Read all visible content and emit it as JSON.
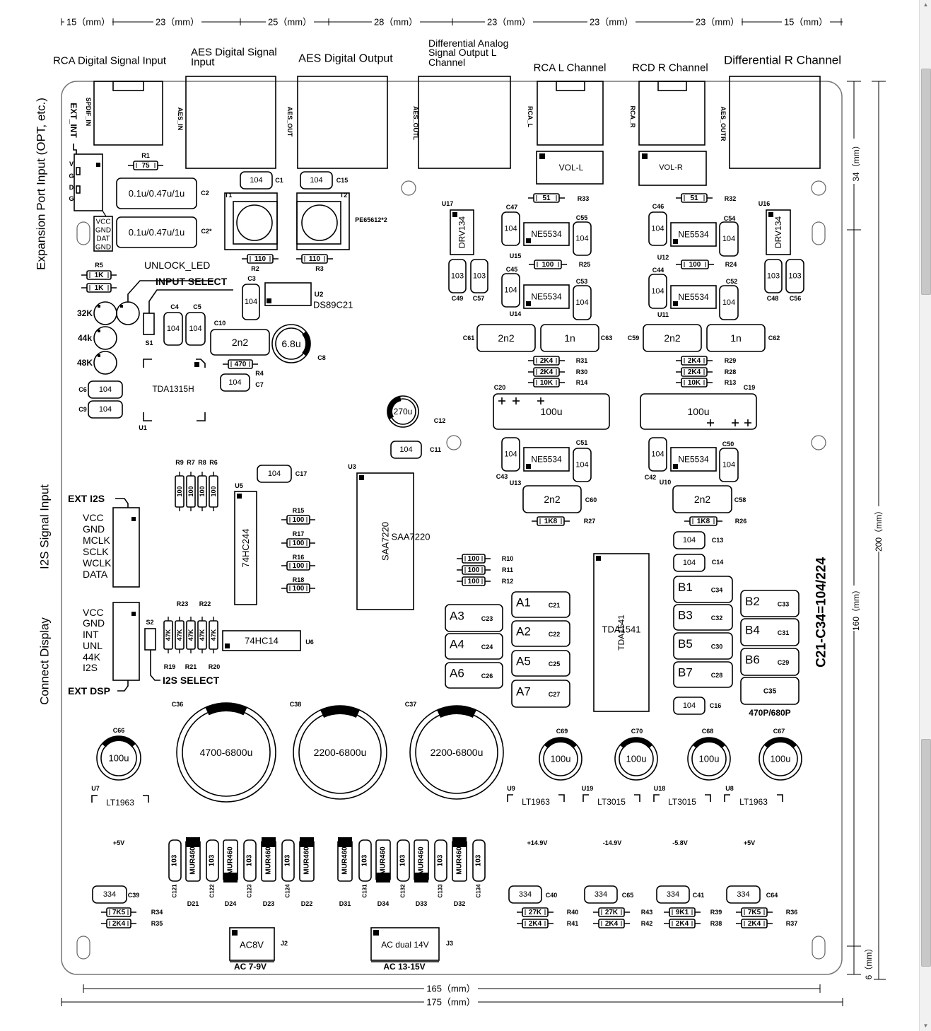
{
  "dims": {
    "top": [
      "15（mm）",
      "23（mm）",
      "25（mm）",
      "28（mm）",
      "23（mm）",
      "23（mm）",
      "23（mm）",
      "15（mm）"
    ],
    "right_34": "34（mm）",
    "right_160": "160（mm）",
    "right_6": "6（mm）",
    "right_200": "200（mm）",
    "bottom_165": "165（mm）",
    "bottom_175": "175（mm）"
  },
  "titles": {
    "rca_digital_input": "RCA Digital Signal Input",
    "aes_digital_input_1": "AES Digital Signal",
    "aes_digital_input_2": "Input",
    "aes_digital_output": "AES Digital Output",
    "diff_l_1": "Differential Analog",
    "diff_l_2": "Signal Output L",
    "diff_l_3": "Channel",
    "rca_l": "RCA L Channel",
    "rcd_r": "RCD R Channel",
    "diff_r": "Differential R Channel",
    "expansion": "Expansion Port Input (OPT, etc.)",
    "i2s_input": "I2S Signal Input",
    "connect_display": "Connect Display",
    "cap_note": "C21-C34=104/224"
  },
  "silk": {
    "ext_int": "EXT_INT",
    "spdif_in": "SPDIF_IN",
    "aes_in": "AES_IN",
    "aes_out": "AES_OUT",
    "aes_outl": "AES_OUTL",
    "rca_l": "RCA_L",
    "rca_r": "RCA_R",
    "aes_outr": "AES_OUTR",
    "vol_l": "VOL-L",
    "vol_r": "VOL-R",
    "exp_pins": [
      "V",
      "G",
      "D",
      "G"
    ],
    "disp_pins_top": [
      "VCC",
      "GND",
      "DAT",
      "GND"
    ],
    "unlock_led": "UNLOCK_LED",
    "input_select": "INPUT SELECT",
    "led_32k": "32K",
    "led_44k": "44k",
    "led_48k": "48K",
    "ext_i2s": "EXT I2S",
    "i2s_pins": [
      "VCC",
      "GND",
      "MCLK",
      "SCLK",
      "WCLK",
      "DATA"
    ],
    "dsp_pins": [
      "VCC",
      "GND",
      "INT",
      "UNL",
      "44K",
      "I2S"
    ],
    "ext_dsp": "EXT DSP",
    "i2s_select": "I2S SELECT",
    "pe65612": "PE65612*2",
    "c35_note": "470P/680P",
    "rail_5v_a": "+5V",
    "rail_149p": "+14.9V",
    "rail_149n": "-14.9V",
    "rail_58n": "-5.8V",
    "rail_5v_b": "+5V",
    "ac_7_9": "AC 7-9V",
    "ac_13_15": "AC 13-15V",
    "rn_top": [
      "R9",
      "R7",
      "R8",
      "R6"
    ],
    "rn_mid_top": [
      "R23",
      "R22"
    ],
    "rn_mid_bot": [
      "R19",
      "R21",
      "R20"
    ]
  },
  "parts": {
    "R1": {
      "ref": "R1",
      "value": "75"
    },
    "C2": {
      "ref": "C2",
      "value": "0.1u/0.47u/1u"
    },
    "C2S": {
      "ref": "C2*",
      "value": "0.1u/0.47u/1u"
    },
    "R5A": {
      "ref": "R5",
      "value": "1K"
    },
    "R5B": {
      "ref": "",
      "value": "1K"
    },
    "S1": {
      "ref": "S1",
      "value": ""
    },
    "C4": {
      "ref": "C4",
      "value": "104"
    },
    "C5": {
      "ref": "C5",
      "value": "104"
    },
    "C10": {
      "ref": "C10",
      "value": "2n2"
    },
    "C8": {
      "ref": "C8",
      "value": "6.8u"
    },
    "R4": {
      "ref": "R4",
      "value": "470"
    },
    "C7": {
      "ref": "C7",
      "value": "104"
    },
    "U1": {
      "ref": "U1",
      "value": "TDA1315H"
    },
    "C6": {
      "ref": "C6",
      "value": "104"
    },
    "C9": {
      "ref": "C9",
      "value": "104"
    },
    "C1": {
      "ref": "C1",
      "value": "104"
    },
    "C15": {
      "ref": "C15",
      "value": "104"
    },
    "T1": {
      "ref": "T1",
      "value": ""
    },
    "T2": {
      "ref": "T2",
      "value": ""
    },
    "R2": {
      "ref": "R2",
      "value": "110"
    },
    "R3": {
      "ref": "R3",
      "value": "110"
    },
    "C3": {
      "ref": "C3",
      "value": "104"
    },
    "U2": {
      "ref": "U2",
      "value": "DS89C21"
    },
    "R9": {
      "ref": "",
      "value": "100"
    },
    "R7": {
      "ref": "",
      "value": "100"
    },
    "R8": {
      "ref": "",
      "value": "100"
    },
    "R6": {
      "ref": "",
      "value": "100"
    },
    "C17": {
      "ref": "C17",
      "value": "104"
    },
    "U5": {
      "ref": "U5",
      "value": "74HC244"
    },
    "R15": {
      "ref": "R15",
      "value": "100"
    },
    "R17": {
      "ref": "R17",
      "value": "100"
    },
    "R16": {
      "ref": "R16",
      "value": "100"
    },
    "R18": {
      "ref": "R18",
      "value": "100"
    },
    "U3": {
      "ref": "U3",
      "value": "SAA7220"
    },
    "S2": {
      "ref": "S2",
      "value": ""
    },
    "R19": {
      "ref": "",
      "value": "47K"
    },
    "R23": {
      "ref": "",
      "value": "47K"
    },
    "R21": {
      "ref": "",
      "value": "47K"
    },
    "R22": {
      "ref": "",
      "value": "47K"
    },
    "R20": {
      "ref": "",
      "value": "47K"
    },
    "U6": {
      "ref": "U6",
      "value": "74HC14"
    },
    "C12": {
      "ref": "C12",
      "value": "270u"
    },
    "C11": {
      "ref": "C11",
      "value": "104"
    },
    "R10": {
      "ref": "R10",
      "value": "100"
    },
    "R11": {
      "ref": "R11",
      "value": "100"
    },
    "R12": {
      "ref": "R12",
      "value": "100"
    },
    "R33": {
      "ref": "R33",
      "value": "51"
    },
    "R32": {
      "ref": "R32",
      "value": "51"
    },
    "U17": {
      "ref": "U17",
      "value": "DRV134"
    },
    "U16": {
      "ref": "U16",
      "value": "DRV134"
    },
    "C47": {
      "ref": "C47",
      "value": "104"
    },
    "U15": {
      "ref": "U15",
      "value": "NE5534"
    },
    "C55": {
      "ref": "C55",
      "value": "104"
    },
    "R25": {
      "ref": "R25",
      "value": "100"
    },
    "C45": {
      "ref": "C45",
      "value": "104"
    },
    "U14": {
      "ref": "U14",
      "value": "NE5534"
    },
    "C53": {
      "ref": "C53",
      "value": "104"
    },
    "C49": {
      "ref": "C49",
      "value": "103"
    },
    "C57": {
      "ref": "C57",
      "value": "103"
    },
    "C61": {
      "ref": "C61",
      "value": "2n2"
    },
    "C63": {
      "ref": "C63",
      "value": "1n"
    },
    "R31": {
      "ref": "R31",
      "value": "2K4"
    },
    "R30": {
      "ref": "R30",
      "value": "2K4"
    },
    "R14": {
      "ref": "R14",
      "value": "10K"
    },
    "C20": {
      "ref": "C20",
      "value": "100u"
    },
    "C43": {
      "ref": "C43",
      "value": "104"
    },
    "U13": {
      "ref": "U13",
      "value": "NE5534"
    },
    "C51": {
      "ref": "C51",
      "value": "104"
    },
    "C60": {
      "ref": "C60",
      "value": "2n2"
    },
    "R27": {
      "ref": "R27",
      "value": "1K8"
    },
    "C46": {
      "ref": "C46",
      "value": "104"
    },
    "U12": {
      "ref": "U12",
      "value": "NE5534"
    },
    "C54": {
      "ref": "C54",
      "value": "104"
    },
    "R24": {
      "ref": "R24",
      "value": "100"
    },
    "C44": {
      "ref": "C44",
      "value": "104"
    },
    "U11": {
      "ref": "U11",
      "value": "NE5534"
    },
    "C52": {
      "ref": "C52",
      "value": "104"
    },
    "C48": {
      "ref": "C48",
      "value": "103"
    },
    "C56": {
      "ref": "C56",
      "value": "103"
    },
    "C59": {
      "ref": "C59",
      "value": "2n2"
    },
    "C62": {
      "ref": "C62",
      "value": "1n"
    },
    "R29": {
      "ref": "R29",
      "value": "2K4"
    },
    "R28": {
      "ref": "R28",
      "value": "2K4"
    },
    "R13": {
      "ref": "R13",
      "value": "10K"
    },
    "C19": {
      "ref": "C19",
      "value": "100u"
    },
    "C42": {
      "ref": "C42",
      "value": "104"
    },
    "U10": {
      "ref": "U10",
      "value": "NE5534"
    },
    "C50": {
      "ref": "C50",
      "value": "104"
    },
    "C58": {
      "ref": "C58",
      "value": "2n2"
    },
    "R26": {
      "ref": "R26",
      "value": "1K8"
    },
    "C13": {
      "ref": "C13",
      "value": "104"
    },
    "C14": {
      "ref": "C14",
      "value": "104"
    },
    "U4": {
      "ref": "U4",
      "value": "TDA1541"
    },
    "C23": {
      "ref": "C23",
      "value": "A3"
    },
    "C24": {
      "ref": "C24",
      "value": "A4"
    },
    "C26": {
      "ref": "C26",
      "value": "A6"
    },
    "C21": {
      "ref": "C21",
      "value": "A1"
    },
    "C22": {
      "ref": "C22",
      "value": "A2"
    },
    "C25": {
      "ref": "C25",
      "value": "A5"
    },
    "C27": {
      "ref": "C27",
      "value": "A7"
    },
    "C34": {
      "ref": "C34",
      "value": "B1"
    },
    "C32": {
      "ref": "C32",
      "value": "B3"
    },
    "C30": {
      "ref": "C30",
      "value": "B5"
    },
    "C28": {
      "ref": "C28",
      "value": "B7"
    },
    "C33": {
      "ref": "C33",
      "value": "B2"
    },
    "C31": {
      "ref": "C31",
      "value": "B4"
    },
    "C29": {
      "ref": "C29",
      "value": "B6"
    },
    "C35": {
      "ref": "C35",
      "value": ""
    },
    "C16": {
      "ref": "C16",
      "value": "104"
    },
    "C36": {
      "ref": "C36",
      "value": "4700-6800u"
    },
    "C38": {
      "ref": "C38",
      "value": "2200-6800u"
    },
    "C37": {
      "ref": "C37",
      "value": "2200-6800u"
    },
    "C66": {
      "ref": "C66",
      "value": "100u"
    },
    "C69": {
      "ref": "C69",
      "value": "100u"
    },
    "C70": {
      "ref": "C70",
      "value": "100u"
    },
    "C68": {
      "ref": "C68",
      "value": "100u"
    },
    "C67": {
      "ref": "C67",
      "value": "100u"
    },
    "U7": {
      "ref": "U7",
      "value": "LT1963"
    },
    "U9": {
      "ref": "U9",
      "value": "LT1963"
    },
    "U19": {
      "ref": "U19",
      "value": "LT3015"
    },
    "U18": {
      "ref": "U18",
      "value": "LT3015"
    },
    "U8": {
      "ref": "U8",
      "value": "LT1963"
    },
    "C121": {
      "ref": "C121",
      "value": "103"
    },
    "D21": {
      "ref": "D21",
      "value": "MUR460"
    },
    "C122": {
      "ref": "C122",
      "value": "103"
    },
    "D24": {
      "ref": "D24",
      "value": "MUR460"
    },
    "C123": {
      "ref": "C123",
      "value": "103"
    },
    "D23": {
      "ref": "D23",
      "value": "MUR460"
    },
    "C124": {
      "ref": "C124",
      "value": "103"
    },
    "D22": {
      "ref": "D22",
      "value": "MUR460"
    },
    "D31": {
      "ref": "D31",
      "value": "MUR460"
    },
    "C131": {
      "ref": "C131",
      "value": "103"
    },
    "D34": {
      "ref": "D34",
      "value": "MUR460"
    },
    "C132": {
      "ref": "C132",
      "value": "103"
    },
    "D33": {
      "ref": "D33",
      "value": "MUR460"
    },
    "C133": {
      "ref": "C133",
      "value": "103"
    },
    "D32": {
      "ref": "D32",
      "value": "MUR460"
    },
    "C134": {
      "ref": "C134",
      "value": "103"
    },
    "C39": {
      "ref": "C39",
      "value": "334"
    },
    "R34": {
      "ref": "R34",
      "value": "7K5"
    },
    "R35": {
      "ref": "R35",
      "value": "2K4"
    },
    "C40": {
      "ref": "C40",
      "value": "334"
    },
    "R40": {
      "ref": "R40",
      "value": "27K"
    },
    "R41": {
      "ref": "R41",
      "value": "2K4"
    },
    "C65": {
      "ref": "C65",
      "value": "334"
    },
    "R43": {
      "ref": "R43",
      "value": "27K"
    },
    "R42": {
      "ref": "R42",
      "value": "2K4"
    },
    "C41": {
      "ref": "C41",
      "value": "334"
    },
    "R39": {
      "ref": "R39",
      "value": "9K1"
    },
    "R38": {
      "ref": "R38",
      "value": "2K4"
    },
    "C64": {
      "ref": "C64",
      "value": "334"
    },
    "R36": {
      "ref": "R36",
      "value": "7K5"
    },
    "R37": {
      "ref": "R37",
      "value": "2K4"
    },
    "J2": {
      "ref": "J2",
      "value": "AC8V"
    },
    "J3": {
      "ref": "J3",
      "value": "AC dual 14V"
    }
  }
}
